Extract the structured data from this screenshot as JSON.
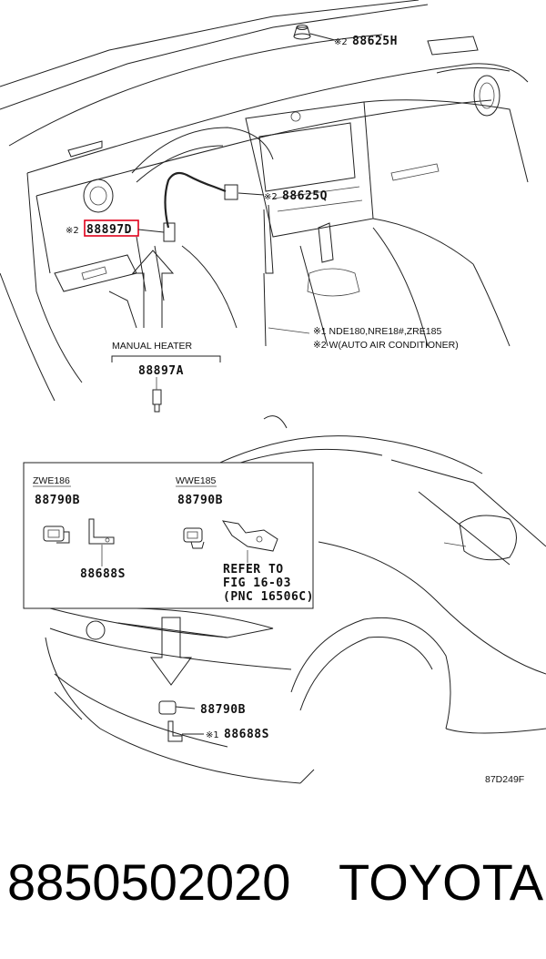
{
  "callouts": {
    "top_mark": "※2",
    "top_part": "88625H",
    "mid_mark": "※2",
    "mid_part": "88625Q",
    "left_mark": "※2",
    "left_part": "88897D"
  },
  "notes": {
    "line1": "※1 NDE180,NRE18#,ZRE185",
    "line2": "※2 W(AUTO AIR CONDITIONER)"
  },
  "manual_heater": {
    "title": "MANUAL HEATER",
    "part": "88897A"
  },
  "inset": {
    "left_code": "ZWE186",
    "left_part_a": "88790B",
    "left_part_b": "88688S",
    "right_code": "WWE185",
    "right_part": "88790B",
    "refer_1": "REFER TO",
    "refer_2": "FIG 16-03",
    "refer_3": "(PNC 16506C)"
  },
  "bumper": {
    "part_a": "88790B",
    "mark_b": "※1",
    "part_b": "88688S"
  },
  "figure_code": "87D249F",
  "footer": {
    "part_number": "8850502020",
    "brand": "TOYOTA"
  },
  "colors": {
    "highlight": "#e0001a",
    "line": "#222222"
  }
}
